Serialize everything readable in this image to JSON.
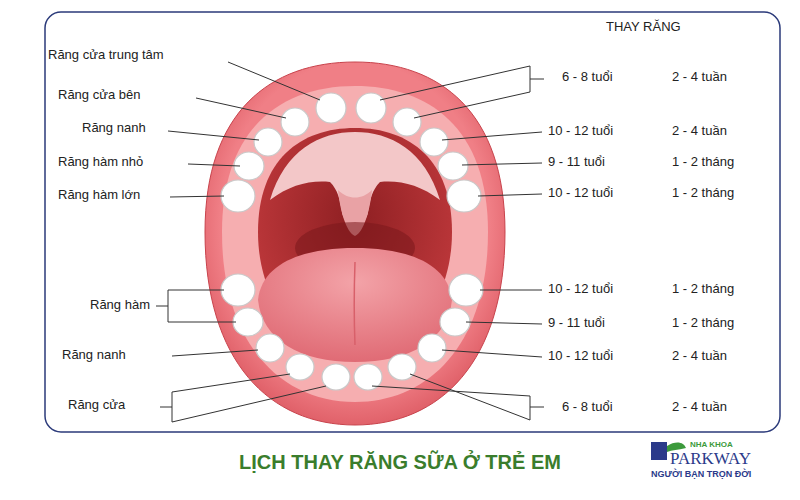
{
  "diagram": {
    "caption": "LỊCH THAY RĂNG SỮA Ở TRẺ EM",
    "labels": [
      "THAY RĂNG",
      "Răng cửa trung tâm",
      "Răng cửa bên",
      "Răng nanh",
      "Răng hàm nhỏ",
      "Răng hàm lớn",
      "Răng hàm",
      "Răng nanh",
      "Răng cửa",
      "6 - 8 tuổi",
      "2 - 4 tuần",
      "10 - 12 tuổi",
      "2 - 4 tuần",
      "9 - 11 tuổi",
      "1 - 2 tháng",
      "10 - 12 tuổi",
      "1 - 2 tháng",
      "10 - 12 tuổi",
      "1 - 2 tháng",
      "9 - 11 tuổi",
      "1 - 2 tháng",
      "10 - 12 tuổi",
      "2 - 4 tuần",
      "6 - 8 tuổi",
      "2 - 4 tuần",
      "NHA KHOA",
      "PARKWAY",
      "NGƯỜI BẠN TRỌN ĐỜI"
    ]
  }
}
